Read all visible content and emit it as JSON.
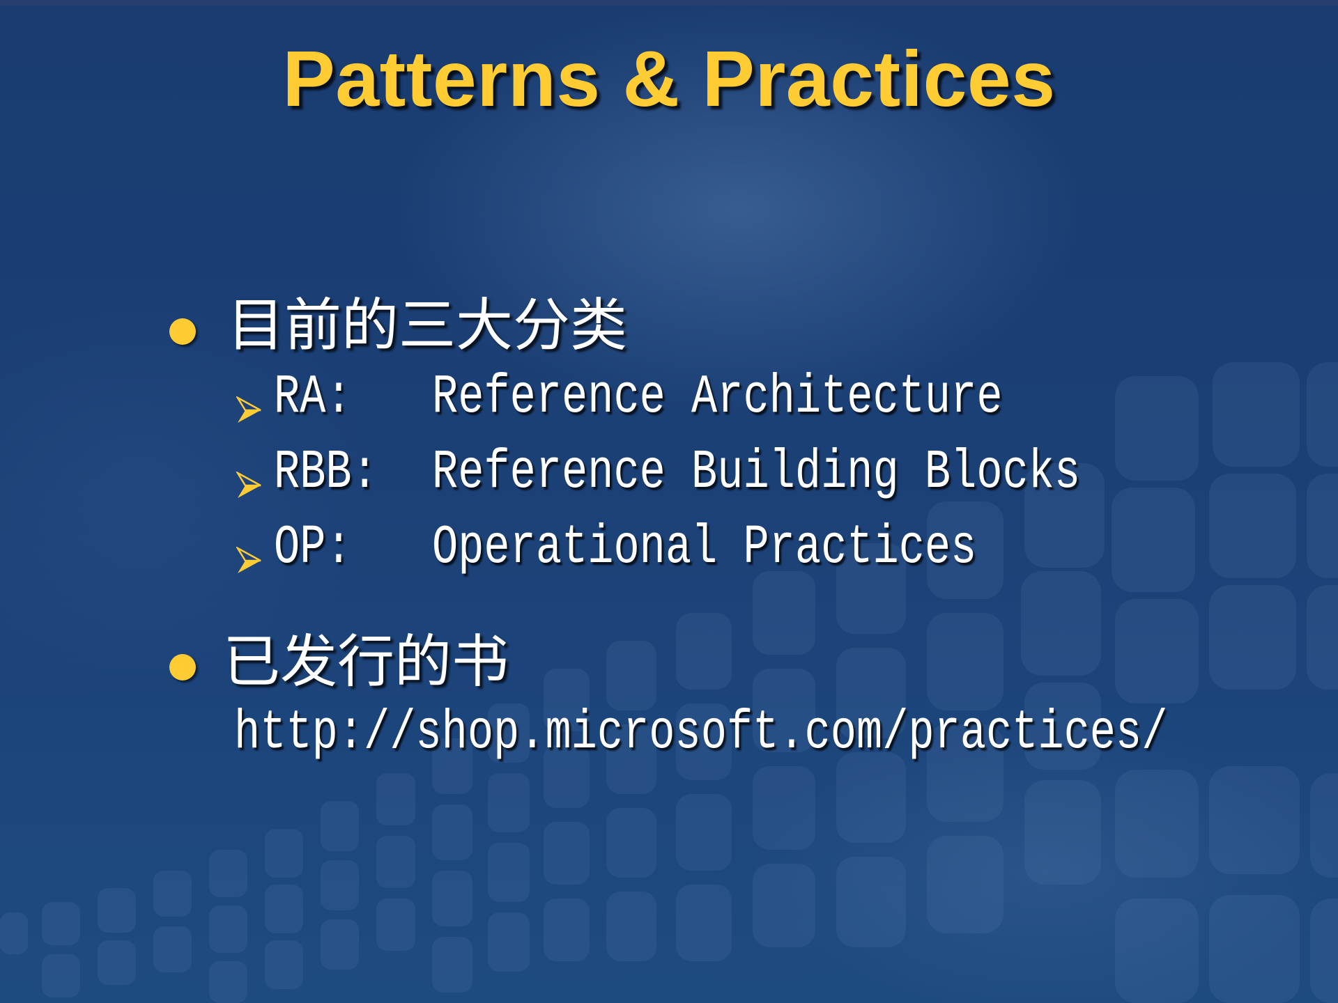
{
  "slide": {
    "title": "Patterns & Practices",
    "colors": {
      "background": "#173a6e",
      "title": "#ffcc33",
      "bullet": "#ffcc33",
      "text": "#ffffff"
    },
    "bullets": [
      {
        "text": "目前的三大分类",
        "icon": "circle-bullet-icon",
        "sub_items": [
          {
            "icon": "arrowhead-bullet-icon",
            "abbr": "RA:",
            "description": "Reference Architecture"
          },
          {
            "icon": "arrowhead-bullet-icon",
            "abbr": "RBB:",
            "description": "Reference Building Blocks"
          },
          {
            "icon": "arrowhead-bullet-icon",
            "abbr": "OP:",
            "description": "Operational Practices"
          }
        ]
      },
      {
        "text": "已发行的书",
        "icon": "circle-bullet-icon",
        "link": "http://shop.microsoft.com/practices/"
      }
    ]
  }
}
